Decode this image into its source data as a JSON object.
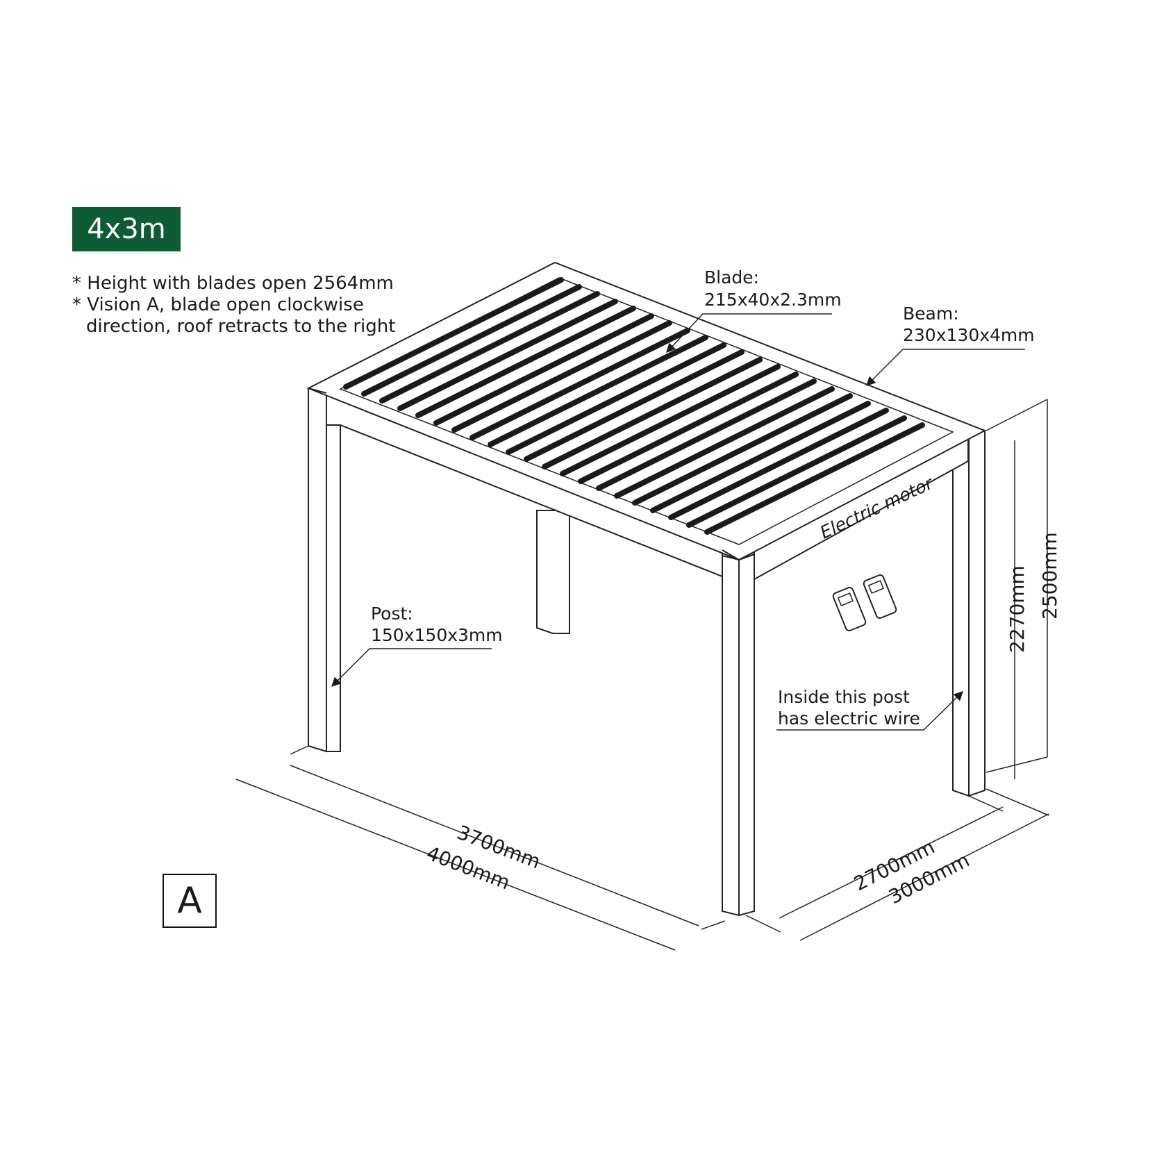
{
  "size_badge": "4x3m",
  "notes": {
    "line1": "* Height with blades open 2564mm",
    "line2": "* Vision A, blade open clockwise",
    "line3": "direction, roof retracts to the right"
  },
  "labels": {
    "blade_title": "Blade:",
    "blade_size": "215x40x2.3mm",
    "beam_title": "Beam:",
    "beam_size": "230x130x4mm",
    "post_title": "Post:",
    "post_size": "150x150x3mm",
    "motor": "Electric motor",
    "wire_line1": "Inside this post",
    "wire_line2": "has electric wire"
  },
  "dimensions": {
    "inner_length": "3700mm",
    "outer_length": "4000mm",
    "inner_width": "2700mm",
    "outer_width": "3000mm",
    "inner_height": "2270mm",
    "outer_height": "2500mm"
  },
  "vision_label": "A",
  "colors": {
    "badge": "#0e5c34",
    "line": "#222222"
  }
}
